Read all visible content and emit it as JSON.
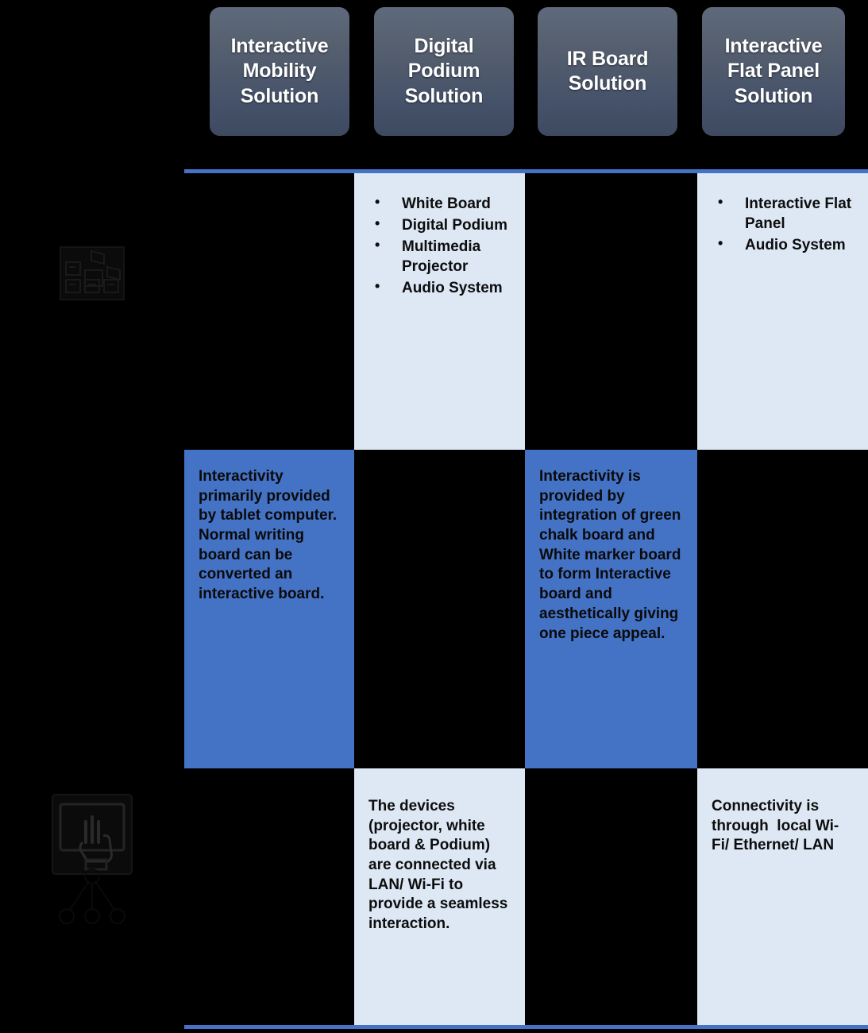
{
  "columns": [
    {
      "id": "interactive-mobility",
      "label": "Interactive\nMobility\nSolution"
    },
    {
      "id": "digital-podium",
      "label": "Digital\nPodium\nSolution"
    },
    {
      "id": "ir-board",
      "label": "IR Board\nSolution"
    },
    {
      "id": "interactive-flat-panel",
      "label": "Interactive\nFlat Panel\nSolution"
    }
  ],
  "rows": [
    {
      "id": "components",
      "icon": "components-grid-icon",
      "label": "",
      "cells": [
        {
          "style": "empty",
          "type": "none",
          "text": ""
        },
        {
          "style": "lightblue",
          "type": "bullets",
          "items": [
            "White Board",
            "Digital Podium",
            "Multimedia Projector",
            "Audio System"
          ]
        },
        {
          "style": "empty",
          "type": "none",
          "text": ""
        },
        {
          "style": "lightblue",
          "type": "bullets",
          "items": [
            "Interactive Flat Panel",
            "Audio System"
          ]
        }
      ]
    },
    {
      "id": "interactivity",
      "icon": "hand-touch-screen-icon",
      "label": "",
      "cells": [
        {
          "style": "midblue",
          "type": "text",
          "text": "Interactivity primarily provided by tablet computer. Normal writing board can be converted an interactive board."
        },
        {
          "style": "empty",
          "type": "none",
          "text": ""
        },
        {
          "style": "midblue",
          "type": "text",
          "text": "Interactivity is provided by integration of green chalk board and White marker board to form Interactive board and aesthetically giving one piece appeal."
        },
        {
          "style": "empty",
          "type": "none",
          "text": ""
        }
      ]
    },
    {
      "id": "connectivity",
      "icon": "network-connectivity-icon",
      "label": "",
      "cells": [
        {
          "style": "empty",
          "type": "none",
          "text": ""
        },
        {
          "style": "lightblue",
          "type": "text",
          "text": "The devices (projector, white board & Podium) are connected via LAN/ Wi-Fi to provide a seamless interaction."
        },
        {
          "style": "empty",
          "type": "none",
          "text": ""
        },
        {
          "style": "lightblue",
          "type": "text",
          "text": "Connectivity is through  local Wi-Fi/ Ethernet/ LAN"
        }
      ]
    }
  ],
  "colors": {
    "background": "#000000",
    "accent_rule": "#4472c4",
    "cell_light": "#dde8f4",
    "cell_blue": "#4472c4",
    "card_gradient_top": "#5e6a7c",
    "card_gradient_bottom": "#3e4a60",
    "card_text": "#ffffff"
  }
}
